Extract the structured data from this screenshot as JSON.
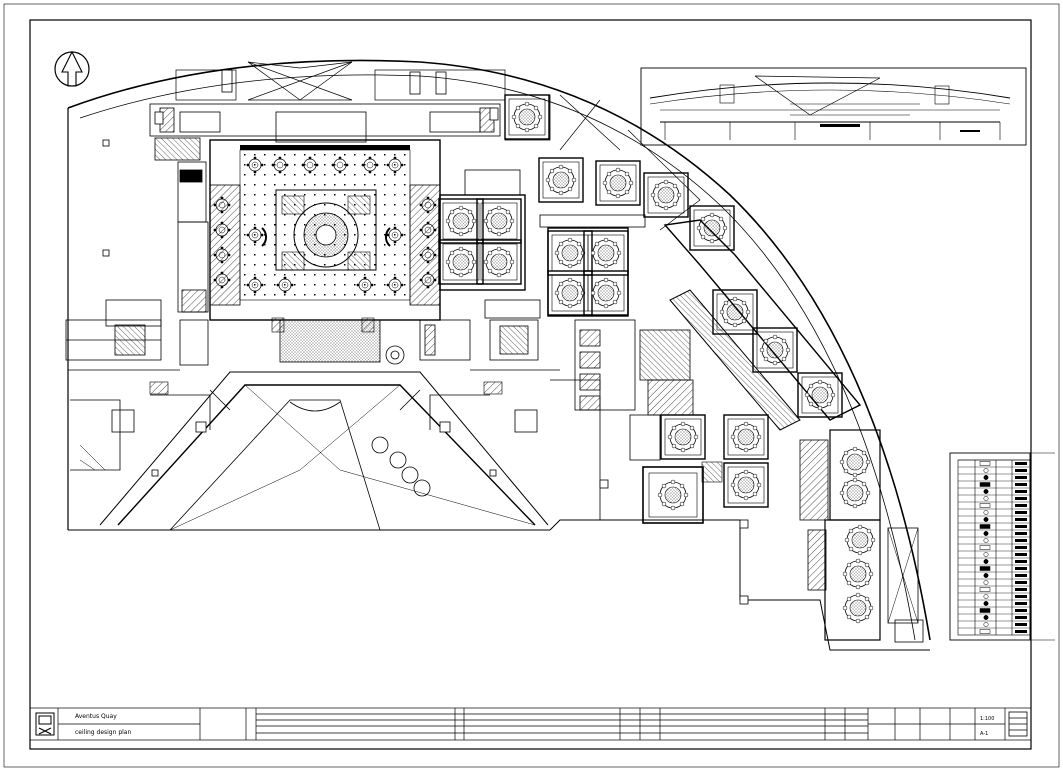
{
  "title_block": {
    "project_name": "Aventus Quay",
    "drawing_name": "ceiling design plan",
    "scale": "1:100",
    "drawing_no": "A-1"
  },
  "colors": {
    "line": "#000000",
    "background": "#ffffff"
  },
  "icons": [
    "north-arrow-icon",
    "company-logo-icon"
  ]
}
